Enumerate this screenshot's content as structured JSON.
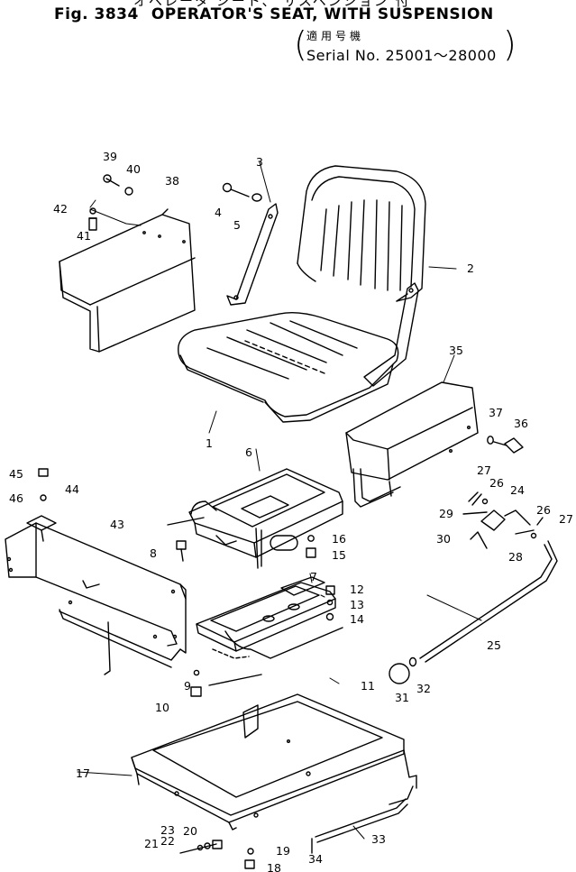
{
  "header": {
    "japanese_title": "オペレータ シート、 サスペンション 付",
    "fig_number": "Fig. 3834",
    "title": "OPERATOR'S SEAT, WITH SUSPENSION",
    "serial_japanese": "適用号機",
    "serial_range": "Serial No. 25001～28000"
  },
  "callouts": [
    {
      "id": "c1",
      "text": "1"
    },
    {
      "id": "c2",
      "text": "2"
    },
    {
      "id": "c3",
      "text": "3"
    },
    {
      "id": "c4",
      "text": "4"
    },
    {
      "id": "c5",
      "text": "5"
    },
    {
      "id": "c6",
      "text": "6"
    },
    {
      "id": "c7",
      "text": "7"
    },
    {
      "id": "c8",
      "text": "8"
    },
    {
      "id": "c9",
      "text": "9"
    },
    {
      "id": "c10",
      "text": "10"
    },
    {
      "id": "c11",
      "text": "11"
    },
    {
      "id": "c12",
      "text": "12"
    },
    {
      "id": "c13",
      "text": "13"
    },
    {
      "id": "c14",
      "text": "14"
    },
    {
      "id": "c15",
      "text": "15"
    },
    {
      "id": "c16",
      "text": "16"
    },
    {
      "id": "c17",
      "text": "17"
    },
    {
      "id": "c18",
      "text": "18"
    },
    {
      "id": "c19",
      "text": "19"
    },
    {
      "id": "c20",
      "text": "20"
    },
    {
      "id": "c21",
      "text": "21"
    },
    {
      "id": "c22",
      "text": "22"
    },
    {
      "id": "c23",
      "text": "23"
    },
    {
      "id": "c24",
      "text": "24"
    },
    {
      "id": "c25",
      "text": "25"
    },
    {
      "id": "c26a",
      "text": "26"
    },
    {
      "id": "c26b",
      "text": "26"
    },
    {
      "id": "c27a",
      "text": "27"
    },
    {
      "id": "c27b",
      "text": "27"
    },
    {
      "id": "c28",
      "text": "28"
    },
    {
      "id": "c29",
      "text": "29"
    },
    {
      "id": "c30",
      "text": "30"
    },
    {
      "id": "c31",
      "text": "31"
    },
    {
      "id": "c32",
      "text": "32"
    },
    {
      "id": "c33",
      "text": "33"
    },
    {
      "id": "c34",
      "text": "34"
    },
    {
      "id": "c35",
      "text": "35"
    },
    {
      "id": "c36",
      "text": "36"
    },
    {
      "id": "c37",
      "text": "37"
    },
    {
      "id": "c38",
      "text": "38"
    },
    {
      "id": "c39",
      "text": "39"
    },
    {
      "id": "c40",
      "text": "40"
    },
    {
      "id": "c41",
      "text": "41"
    },
    {
      "id": "c42",
      "text": "42"
    },
    {
      "id": "c43",
      "text": "43"
    },
    {
      "id": "c44",
      "text": "44"
    },
    {
      "id": "c45",
      "text": "45"
    },
    {
      "id": "c46",
      "text": "46"
    }
  ]
}
